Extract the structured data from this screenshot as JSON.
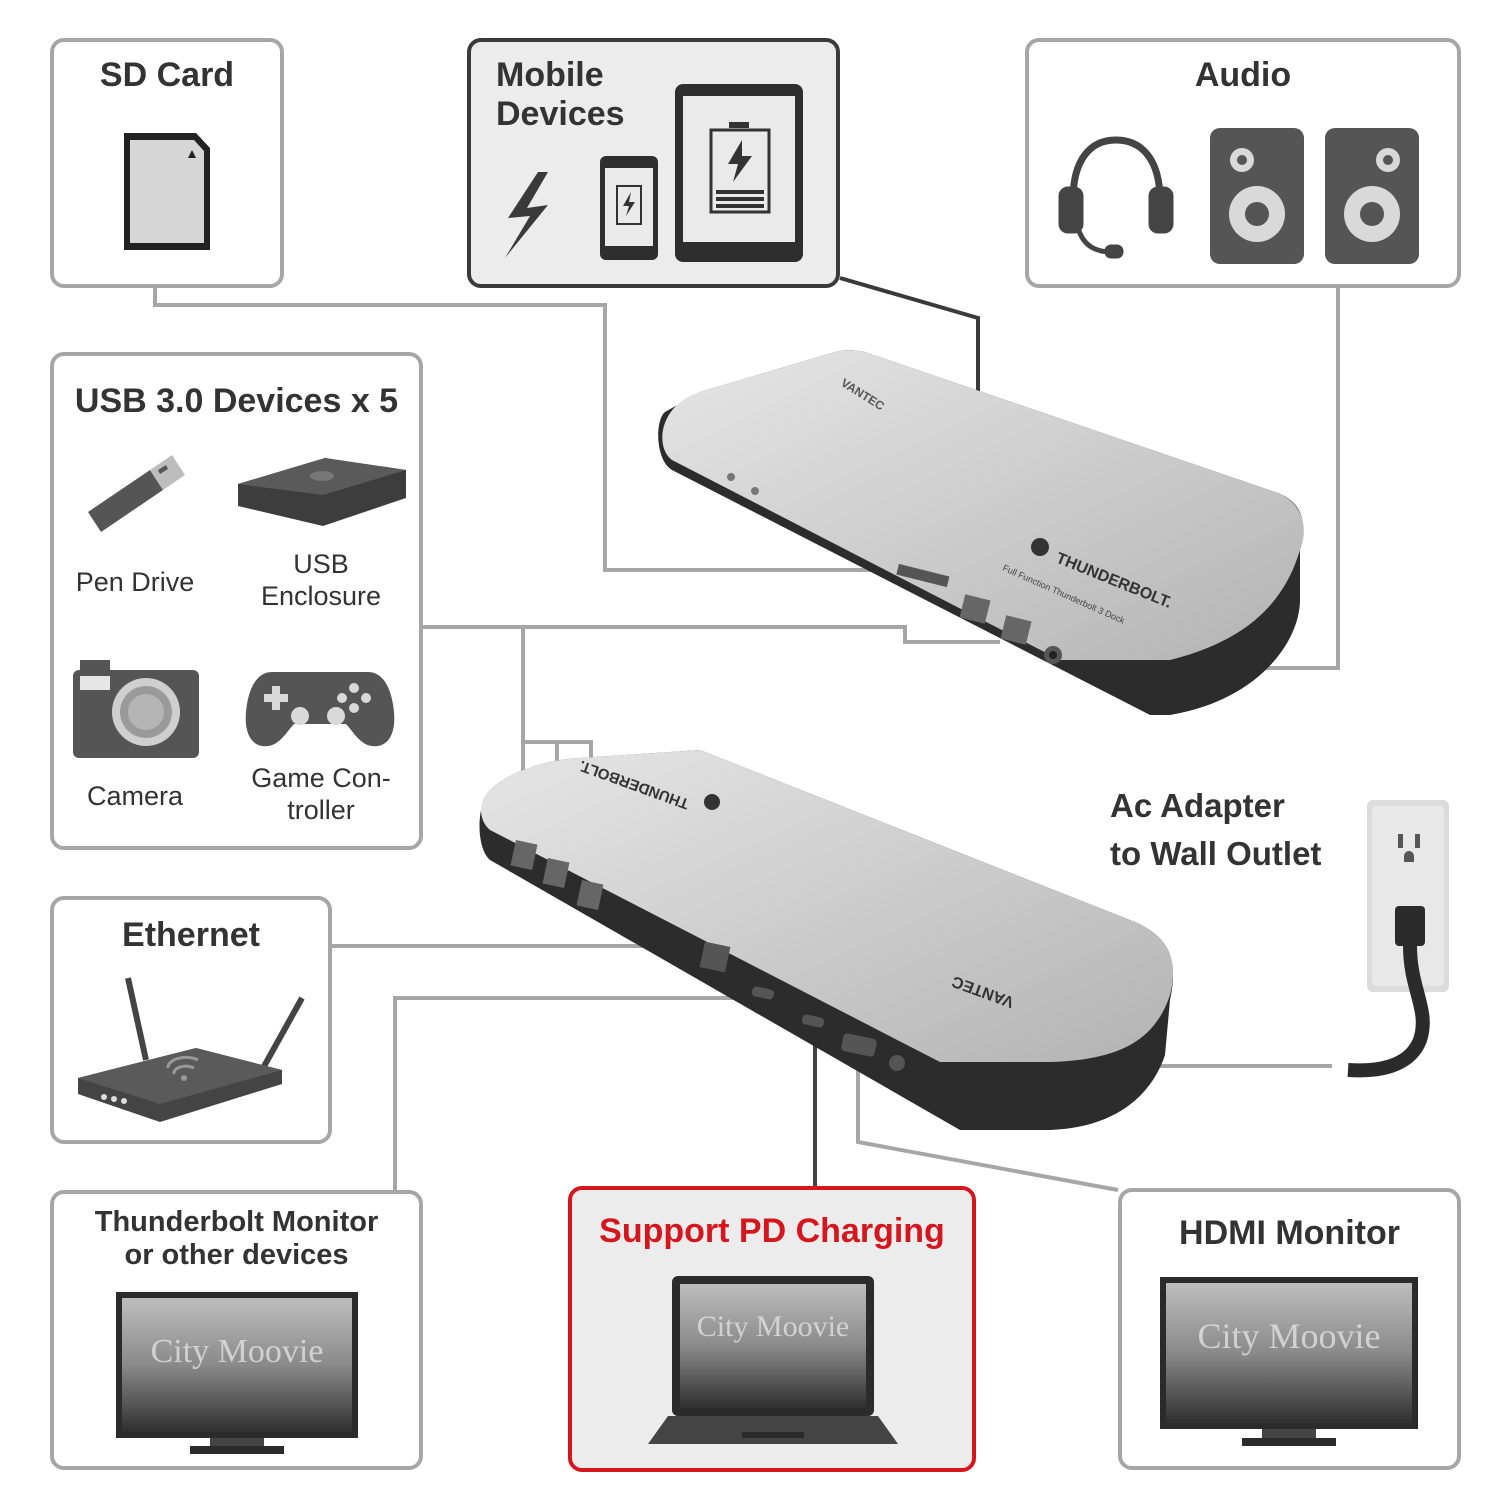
{
  "sd_card": {
    "title": "SD Card"
  },
  "mobile": {
    "title_line1": "Mobile",
    "title_line2": "Devices"
  },
  "audio": {
    "title": "Audio"
  },
  "usb": {
    "title": "USB 3.0 Devices x 5",
    "items": [
      {
        "label": "Pen Drive"
      },
      {
        "label_line1": "USB",
        "label_line2": "Enclosure"
      },
      {
        "label": "Camera"
      },
      {
        "label_line1": "Game Con-",
        "label_line2": "troller"
      }
    ]
  },
  "ethernet": {
    "title": "Ethernet"
  },
  "ac_adapter": {
    "line1": "Ac Adapter",
    "line2": "to Wall Outlet"
  },
  "thunderbolt_monitor": {
    "line1": "Thunderbolt Monitor",
    "line2": "or other devices"
  },
  "pd_charging": {
    "title": "Support PD Charging"
  },
  "hdmi_monitor": {
    "title": "HDMI Monitor"
  },
  "screen_watermark": "City Moovie",
  "dock": {
    "brand": "VANTEC",
    "thunderbolt_label": "THUNDERBOLT.",
    "subtitle": "Full Function Thunderbolt 3 Dock"
  },
  "colors": {
    "box_border": "#a6a6a6",
    "highlight_border": "#d4161e",
    "highlight_text": "#d4161e",
    "dock_silver": "#c9c9c9",
    "dock_dark": "#2c2c2c",
    "icon_gray": "#555555"
  }
}
